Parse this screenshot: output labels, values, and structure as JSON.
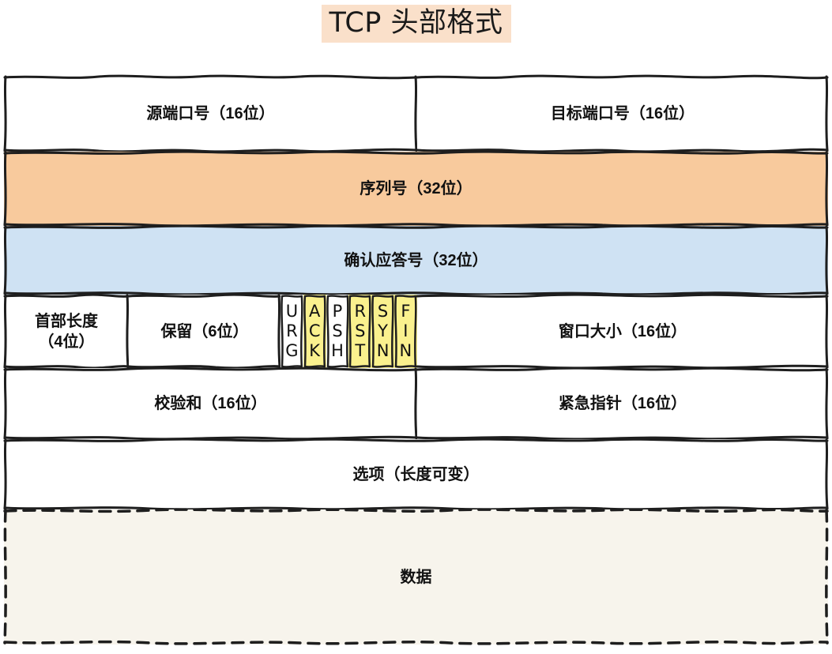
{
  "title": {
    "text": "TCP 头部格式",
    "highlight_color": "#FAE0CA"
  },
  "colors": {
    "sequence_fill": "#F8CA9D",
    "ack_fill": "#CFE2F3",
    "flag_active_fill": "#FAF18E",
    "flag_inactive_fill": "#FFFFFF",
    "data_fill": "#F7F4EC",
    "stroke": "#1E1E1E",
    "header_fill": "#FFFFFF"
  },
  "diagram": {
    "type": "packet-header-layout",
    "rows": [
      {
        "name": "ports",
        "fields": [
          {
            "label": "源端口号（16位）",
            "bits": 16,
            "fill": "#FFFFFF"
          },
          {
            "label": "目标端口号（16位）",
            "bits": 16,
            "fill": "#FFFFFF"
          }
        ]
      },
      {
        "name": "sequence",
        "fields": [
          {
            "label": "序列号（32位）",
            "bits": 32,
            "fill": "#F8CA9D"
          }
        ]
      },
      {
        "name": "acknowledgement",
        "fields": [
          {
            "label": "确认应答号（32位）",
            "bits": 32,
            "fill": "#CFE2F3"
          }
        ]
      },
      {
        "name": "control",
        "fields": [
          {
            "label": "首部长度\n（4位）",
            "bits": 4,
            "fill": "#FFFFFF"
          },
          {
            "label": "保留（6位）",
            "bits": 6,
            "fill": "#FFFFFF"
          },
          {
            "label": "flags",
            "bits": 6,
            "fill": "#FFFFFF"
          },
          {
            "label": "窗口大小（16位）",
            "bits": 16,
            "fill": "#FFFFFF"
          }
        ]
      },
      {
        "name": "checksum",
        "fields": [
          {
            "label": "校验和（16位）",
            "bits": 16,
            "fill": "#FFFFFF"
          },
          {
            "label": "紧急指针（16位）",
            "bits": 16,
            "fill": "#FFFFFF"
          }
        ]
      },
      {
        "name": "options",
        "fields": [
          {
            "label": "选项（长度可变）",
            "bits": null,
            "fill": "#FFFFFF"
          }
        ]
      },
      {
        "name": "payload",
        "fields": [
          {
            "label": "数据",
            "bits": null,
            "fill": "#F7F4EC",
            "border": "dashed"
          }
        ]
      }
    ],
    "flags": [
      {
        "name": "URG",
        "letters": [
          "U",
          "R",
          "G"
        ],
        "highlighted": false
      },
      {
        "name": "ACK",
        "letters": [
          "A",
          "C",
          "K"
        ],
        "highlighted": true
      },
      {
        "name": "PSH",
        "letters": [
          "P",
          "S",
          "H"
        ],
        "highlighted": false
      },
      {
        "name": "RST",
        "letters": [
          "R",
          "S",
          "T"
        ],
        "highlighted": true
      },
      {
        "name": "SYN",
        "letters": [
          "S",
          "Y",
          "N"
        ],
        "highlighted": true
      },
      {
        "name": "FIN",
        "letters": [
          "F",
          "I",
          "N"
        ],
        "highlighted": true
      }
    ],
    "labels": {
      "source_port": "源端口号（16位）",
      "dest_port": "目标端口号（16位）",
      "sequence_number": "序列号（32位）",
      "ack_number": "确认应答号（32位）",
      "header_length_line1": "首部长度",
      "header_length_line2": "（4位）",
      "reserved": "保留（6位）",
      "window_size": "窗口大小（16位）",
      "checksum": "校验和（16位）",
      "urgent_pointer": "紧急指针（16位）",
      "options": "选项（长度可变）",
      "data": "数据"
    }
  }
}
